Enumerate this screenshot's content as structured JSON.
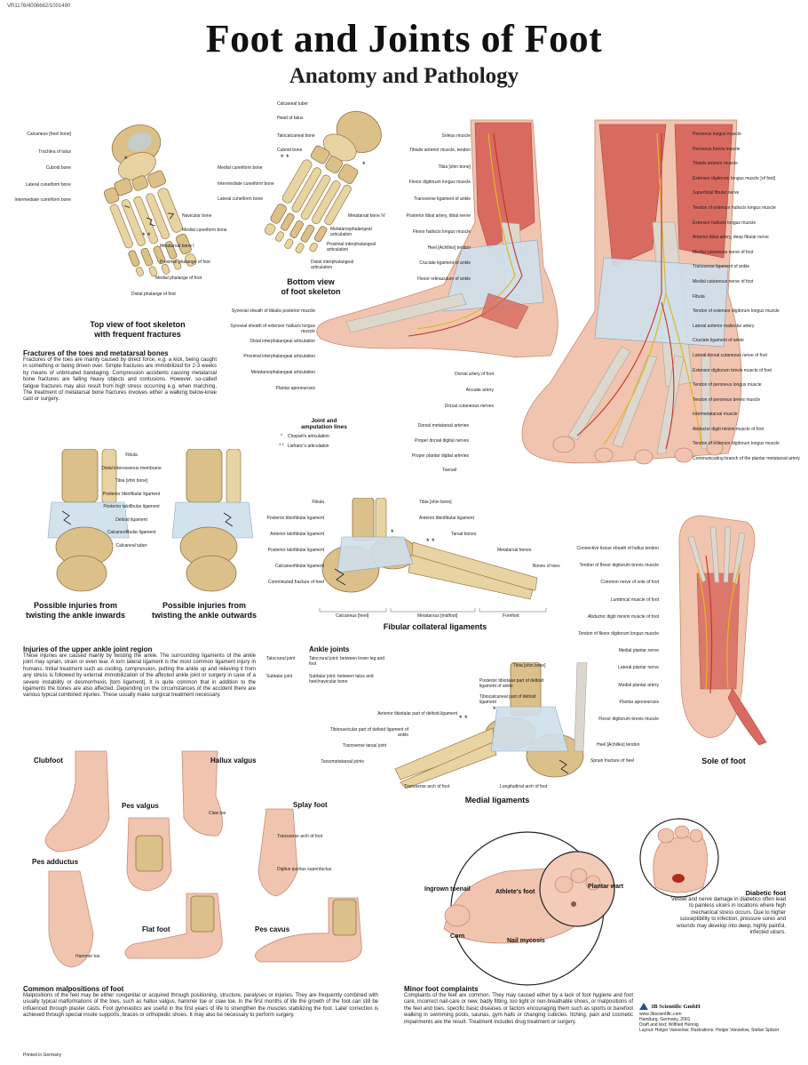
{
  "header": {
    "code": "VR1176/4006662/1001490",
    "title": "Foot and Joints of Foot",
    "subtitle": "Anatomy and Pathology"
  },
  "top_view": {
    "caption_line1": "Top view of foot skeleton",
    "caption_line2": "with frequent fractures",
    "labels_left": [
      "Calcaneus [heel bone]",
      "Trochlea of talus",
      "Cuboid bone",
      "Lateral cuneiform bone",
      "Intermediate cuneiform bone"
    ],
    "labels_right": [
      "Navicular bone",
      "Medial cuneiform bone",
      "Metatarsal bone I",
      "Proximal phalange of foot",
      "Medial phalange of foot",
      "Distal phalange of foot"
    ]
  },
  "bottom_view": {
    "caption_line1": "Bottom view",
    "caption_line2": "of foot skeleton",
    "labels_left": [
      "Calcaneal tuber",
      "Head of talus",
      "Talocalcaneal bone",
      "Cuboid bone",
      "Medial cuneiform bone",
      "Intermediate cuneiform bone",
      "Lateral cuneiform bone"
    ],
    "labels_right": [
      "Metatarsal bone IV",
      "Metatarsophalangeal articulation",
      "Proximal interphalangeal articulation",
      "Distal interphalangeal articulation"
    ]
  },
  "muscle_view": {
    "labels_left": [
      "Soleus muscle",
      "Tibialis anterior muscle, tendon",
      "Tibia [shin bone]",
      "Flexor digitorum longus muscle",
      "Transverse ligament of ankle",
      "Posterior tibial artery, tibial nerve",
      "Flexor hallucis longus muscle",
      "Heel [Achilles] tendon",
      "Cruciate ligament of ankle",
      "Flexor retinaculum of ankle"
    ],
    "labels_mid": [
      "Synovial sheath of tibialis posterior muscle",
      "Synovial sheath of extensor hallucis longus muscle",
      "Distal interphalangeal articulation",
      "Proximal interphalangeal articulation",
      "Metatarsophalangeal articulation",
      "Plantar aponeurosis",
      "Dorsal artery of foot",
      "Arcuate artery",
      "Dorsal cutaneous nerves",
      "Dorsal metatarsal arteries",
      "Proper dorsal digital nerves",
      "Proper plantar digital arteries",
      "Toenail"
    ],
    "labels_right": [
      "Peroneus longus muscle",
      "Peroneus brevis muscle",
      "Tibialis anterior muscle",
      "Extensor digitorum longus muscle [of foot]",
      "Superficial fibular nerve",
      "Tendon of extensor hallucis longus muscle",
      "Extensor hallucis longus muscle",
      "Anterior tibial artery, deep fibular nerve",
      "Medial cutaneous nerve of foot",
      "Transverse ligament of ankle",
      "Medial cutaneous nerve of foot",
      "Fibula",
      "Tendon of extensor digitorum longus muscle",
      "Lateral anterior malleolar artery",
      "Cruciate ligament of ankle",
      "Lateral dorsal cutaneous nerve of foot",
      "Extensor digitorum brevis muscle of foot",
      "Tendon of peroneus longus muscle",
      "Tendon of peroneus brevis muscle",
      "Intermetatarsal muscle",
      "Abductor digiti minimi muscle of foot",
      "Tendon of extensor digitorum longus muscle",
      "Communicating branch of the plantar metatarsal artery"
    ],
    "joint_title_line1": "Joint and",
    "joint_title_line2": "amputation lines",
    "joint_star1": "*",
    "joint_star1_text": "Chopart's articulation",
    "joint_star2": "* *",
    "joint_star2_text": "Lisfranc's articulation"
  },
  "fractures_toes": {
    "heading": "Fractures of the toes and metatarsal bones",
    "text": "Fractures of the toes are mainly caused by direct force, e.g. a kick, being caught in something or being driven over. Simple fractures are immobilized for 2-3 weeks by means of unbricated bandaging. Compression accidents causing metatarsal bone fractures are falling heavy objects and contusions. However, so-called fatigue fractures may also result from high stress occurring e.g. when marching. The treatment of metatarsal bone fractures involves either a walking below-knee cast or surgery."
  },
  "ankle_injuries": {
    "labels": [
      "Fibula",
      "Distal interosseous membrane",
      "Tibia [shin bone]",
      "Posterior tibiofibular ligament",
      "Posterior talofibular ligament",
      "Deltoid ligament",
      "Calcaneofibular ligament",
      "Calcaneal tuber"
    ],
    "caption_inwards_1": "Possible injuries from",
    "caption_inwards_2": "twisting the ankle inwards",
    "caption_outwards_1": "Possible injuries from",
    "caption_outwards_2": "twisting the ankle outwards"
  },
  "fibular": {
    "caption": "Fibular collateral ligaments",
    "labels_left": [
      "Fibula",
      "Posterior tibiofibular ligament",
      "Anterior talofibular ligament",
      "Posterior talofibular ligament",
      "Calcaneofibular ligament",
      "Comminuted fracture of heel"
    ],
    "labels_right": [
      "Tibia [shin bone]",
      "Anterior tibiofibular ligament",
      "Tarsal bones",
      "Metatarsal bones",
      "Bones of toes"
    ],
    "bracket_1": "Calcaneus [heel]",
    "bracket_2": "Metatarsus [midfoot]",
    "bracket_3": "Forefoot"
  },
  "sole": {
    "caption": "Sole of foot",
    "labels": [
      "Connective tissue sheath of hallux tendon",
      "Tendon of flexor digitorum brevis muscle",
      "Common nerve of sole of foot",
      "Lumbrical muscle of foot",
      "Abductor digiti minimi muscle of foot",
      "Tendon of flexor digitorum longus muscle",
      "Medial plantar nerve",
      "Lateral plantar nerve",
      "Medial plantar artery",
      "Plantar aponeurosis",
      "Flexor digitorum brevis muscle"
    ]
  },
  "upper_ankle": {
    "heading": "Injuries of the upper ankle joint region",
    "text": "These injuries are caused mainly by twisting the ankle. The surrounding ligaments of the ankle joint may sprain, strain or even tear. A torn lateral ligament is the most common ligament injury in humans. Initial treatment such as cooling, compression, putting the ankle up and relieving it from any stress is followed by external immobilization of the affected ankle joint or surgery in case of a severe instability or desmorrhexis [torn ligament]. It is quite common that in addition to the ligaments the bones are also affected. Depending on the circumstances of the accident there are various typical combined injuries. These usually make surgical treatment necessary."
  },
  "ankle_joints": {
    "heading": "Ankle joints",
    "row1_term": "Talocrural joint",
    "row1_desc": "Talocrural joint: between lower leg and foot",
    "row2_term": "Subtalar joint",
    "row2_desc": "Subtalar joint: between talus and heel/navicular bone"
  },
  "medial": {
    "caption": "Medial ligaments",
    "labels_left": [
      "Anterior tibiotalar part of deltoid ligament",
      "Tibionavicular part of deltoid ligament of ankle",
      "Transverse tarsal joint",
      "Tarsometatarsal joints",
      "Transverse arch of foot"
    ],
    "labels_right": [
      "Tibia [shin bone]",
      "Posterior tibiotalar part of deltoid ligament of ankle",
      "Tibiocalcaneal part of deltoid ligament",
      "Heel [Achilles] tendon",
      "Sprain fracture of heel",
      "Longitudinal arch of foot"
    ]
  },
  "malpositions": {
    "clubfoot": "Clubfoot",
    "hallux_valgus": "Hallux valgus",
    "pes_valgus": "Pes valgus",
    "splay_foot": "Splay foot",
    "pes_adductus": "Pes adductus",
    "flat_foot": "Flat foot",
    "pes_cavus": "Pes cavus",
    "claw_toe": "Claw toe",
    "transverse_arch": "Transverse arch of foot",
    "digitus_quintus": "Digitus quintus superductus",
    "hammer_toe": "Hammer toe",
    "heading": "Common malpositions of foot",
    "text": "Malpositions of the feet may be either congenital or acquired through positioning, structure, paralyses or injuries. They are frequently combined with usually typical malformations of the toes, such as hallux valgus, hammer toe or claw toe. In the first months of life the growth of the foot can still be influenced through plaster casts. Foot gymnastics are useful in the first years of life to strengthen the muscles stabilizing the foot. Later correction is achieved through special insole supports, braces or orthopedic shoes. It may also be necessary to perform surgery.",
    "printed": "Printed in Germany"
  },
  "minor": {
    "ingrown_toenail": "Ingrown toenail",
    "athletes_foot": "Athlete's foot",
    "plantar_wart": "Plantar wart",
    "corn": "Corn",
    "nail_mycosis": "Nail mycosis",
    "heading": "Minor foot complaints",
    "text": "Complaints of the feet are common. They may caused either by a lack of foot hygiene and foot care, incorrect nail-care or new, badly fitting, too tight or non-breathable shoes, or malpositions of the feet and toes, specific basic diseases or factors encouraging them such as sports or barefoot walking in swimming pools, saunas, gym halls or changing cubicles. Itching, pain and cosmetic impairments are the result. Treatment includes drug treatment or surgery."
  },
  "diabetic": {
    "heading": "Diabetic foot",
    "text": "Vessel and nerve damage in diabetics often lead to painless ulcers in locations where high mechanical stress occurs. Due to higher susceptibility to infection, pressure sores and wounds may develop into deep, highly painful, infected ulcers."
  },
  "publisher": {
    "name": "3B Scientific GmbH",
    "url": "www.3bscientific.com",
    "line1": "Hamburg, Germany, 2001",
    "line2": "Draft and text: Wilfried Hennig",
    "line3": "Layout: Holger Vanselow; Illustrations: Holger Vanselow, Stefan Spitzer"
  }
}
